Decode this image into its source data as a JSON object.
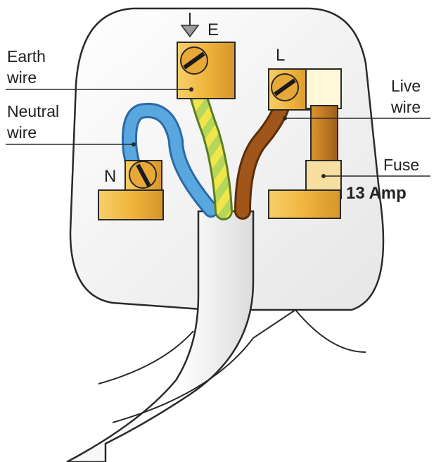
{
  "diagram": {
    "terminals": {
      "earth": "E",
      "live": "L",
      "neutral": "N"
    },
    "labels": {
      "earth_wire": [
        "Earth",
        "wire"
      ],
      "neutral_wire": [
        "Neutral",
        "wire"
      ],
      "live_wire": [
        "Live",
        "wire"
      ],
      "fuse": "Fuse",
      "fuse_rating": "13 Amp"
    },
    "colors": {
      "plug_body": "#f3f3f3",
      "brass": "#f0b43c",
      "neutral_wire": "#5aa7e0",
      "live_wire": "#a0561a",
      "earth_wire_green": "#b4d65a",
      "earth_wire_yellow": "#f0e64c",
      "fuse_body": "#c07a24"
    }
  }
}
